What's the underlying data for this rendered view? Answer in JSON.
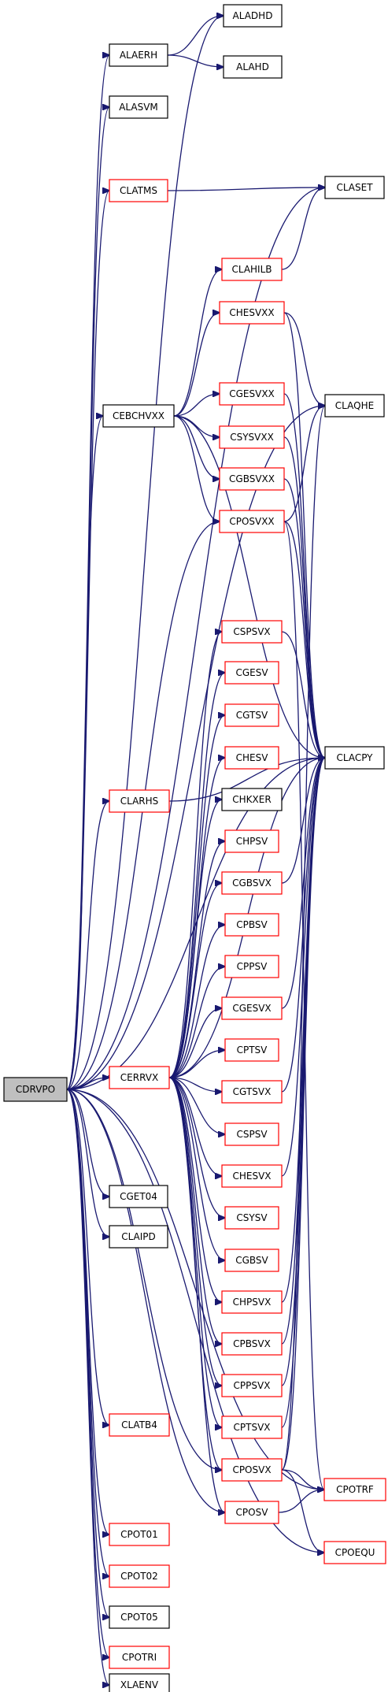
{
  "diagram": {
    "type": "call-graph",
    "root": "CDRVPO",
    "colors": {
      "edge": "#191970",
      "border_defined": "#ff0000",
      "border_plain": "#000000",
      "root_fill": "#bfbfbf"
    },
    "nodes": [
      {
        "id": "CDRVPO",
        "label": "CDRVPO",
        "border": "black",
        "root": true
      },
      {
        "id": "ALADHD",
        "label": "ALADHD",
        "border": "black"
      },
      {
        "id": "ALAERH",
        "label": "ALAERH",
        "border": "black"
      },
      {
        "id": "ALAHD",
        "label": "ALAHD",
        "border": "black"
      },
      {
        "id": "ALASVM",
        "label": "ALASVM",
        "border": "black"
      },
      {
        "id": "CLATMS",
        "label": "CLATMS",
        "border": "red"
      },
      {
        "id": "CLASET",
        "label": "CLASET",
        "border": "black"
      },
      {
        "id": "CLAHILB",
        "label": "CLAHILB",
        "border": "red"
      },
      {
        "id": "CHESVXX",
        "label": "CHESVXX",
        "border": "red"
      },
      {
        "id": "CGESVXX",
        "label": "CGESVXX",
        "border": "red"
      },
      {
        "id": "CEBCHVXX",
        "label": "CEBCHVXX",
        "border": "black"
      },
      {
        "id": "CLAQHE",
        "label": "CLAQHE",
        "border": "black"
      },
      {
        "id": "CSYSVXX",
        "label": "CSYSVXX",
        "border": "red"
      },
      {
        "id": "CGBSVXX",
        "label": "CGBSVXX",
        "border": "red"
      },
      {
        "id": "CPOSVXX",
        "label": "CPOSVXX",
        "border": "red"
      },
      {
        "id": "CSPSVX",
        "label": "CSPSVX",
        "border": "red"
      },
      {
        "id": "CGESV",
        "label": "CGESV",
        "border": "red"
      },
      {
        "id": "CGTSV",
        "label": "CGTSV",
        "border": "red"
      },
      {
        "id": "CLACPY",
        "label": "CLACPY",
        "border": "black"
      },
      {
        "id": "CHESV",
        "label": "CHESV",
        "border": "red"
      },
      {
        "id": "CLARHS",
        "label": "CLARHS",
        "border": "red"
      },
      {
        "id": "CHKXER",
        "label": "CHKXER",
        "border": "black"
      },
      {
        "id": "CHPSV",
        "label": "CHPSV",
        "border": "red"
      },
      {
        "id": "CGBSVX",
        "label": "CGBSVX",
        "border": "red"
      },
      {
        "id": "CPBSV",
        "label": "CPBSV",
        "border": "red"
      },
      {
        "id": "CPPSV",
        "label": "CPPSV",
        "border": "red"
      },
      {
        "id": "CGESVX",
        "label": "CGESVX",
        "border": "red"
      },
      {
        "id": "CPTSV",
        "label": "CPTSV",
        "border": "red"
      },
      {
        "id": "CERRVX",
        "label": "CERRVX",
        "border": "red"
      },
      {
        "id": "CGTSVX",
        "label": "CGTSVX",
        "border": "red"
      },
      {
        "id": "CSPSV",
        "label": "CSPSV",
        "border": "red"
      },
      {
        "id": "CHESVX",
        "label": "CHESVX",
        "border": "red"
      },
      {
        "id": "CGET04",
        "label": "CGET04",
        "border": "black"
      },
      {
        "id": "CSYSV",
        "label": "CSYSV",
        "border": "red"
      },
      {
        "id": "CLAIPD",
        "label": "CLAIPD",
        "border": "black"
      },
      {
        "id": "CGBSV",
        "label": "CGBSV",
        "border": "red"
      },
      {
        "id": "CHPSVX",
        "label": "CHPSVX",
        "border": "red"
      },
      {
        "id": "CPBSVX",
        "label": "CPBSVX",
        "border": "red"
      },
      {
        "id": "CPPSVX",
        "label": "CPPSVX",
        "border": "red"
      },
      {
        "id": "CLATB4",
        "label": "CLATB4",
        "border": "red"
      },
      {
        "id": "CPTSVX",
        "label": "CPTSVX",
        "border": "red"
      },
      {
        "id": "CPOSVX",
        "label": "CPOSVX",
        "border": "red"
      },
      {
        "id": "CPOTRF",
        "label": "CPOTRF",
        "border": "red"
      },
      {
        "id": "CPOSV",
        "label": "CPOSV",
        "border": "red"
      },
      {
        "id": "CPOT01",
        "label": "CPOT01",
        "border": "red"
      },
      {
        "id": "CPOEQU",
        "label": "CPOEQU",
        "border": "red"
      },
      {
        "id": "CPOT02",
        "label": "CPOT02",
        "border": "red"
      },
      {
        "id": "CPOT05",
        "label": "CPOT05",
        "border": "black"
      },
      {
        "id": "CPOTRI",
        "label": "CPOTRI",
        "border": "red"
      },
      {
        "id": "XLAENV",
        "label": "XLAENV",
        "border": "black"
      }
    ],
    "edges": [
      [
        "CDRVPO",
        "ALADHD"
      ],
      [
        "CDRVPO",
        "ALAERH"
      ],
      [
        "CDRVPO",
        "ALASVM"
      ],
      [
        "CDRVPO",
        "CLATMS"
      ],
      [
        "CDRVPO",
        "CLASET"
      ],
      [
        "CDRVPO",
        "CEBCHVXX"
      ],
      [
        "CDRVPO",
        "CLAQHE"
      ],
      [
        "CDRVPO",
        "CPOSVXX"
      ],
      [
        "CDRVPO",
        "CLACPY"
      ],
      [
        "CDRVPO",
        "CLARHS"
      ],
      [
        "CDRVPO",
        "CERRVX"
      ],
      [
        "CDRVPO",
        "CGET04"
      ],
      [
        "CDRVPO",
        "CLAIPD"
      ],
      [
        "CDRVPO",
        "CLATB4"
      ],
      [
        "CDRVPO",
        "CPOSVX"
      ],
      [
        "CDRVPO",
        "CPOTRF"
      ],
      [
        "CDRVPO",
        "CPOSV"
      ],
      [
        "CDRVPO",
        "CPOT01"
      ],
      [
        "CDRVPO",
        "CPOEQU"
      ],
      [
        "CDRVPO",
        "CPOT02"
      ],
      [
        "CDRVPO",
        "CPOT05"
      ],
      [
        "CDRVPO",
        "CPOTRI"
      ],
      [
        "CDRVPO",
        "XLAENV"
      ],
      [
        "ALAERH",
        "ALADHD"
      ],
      [
        "ALAERH",
        "ALAHD"
      ],
      [
        "CLATMS",
        "CLASET"
      ],
      [
        "CLAHILB",
        "CLASET"
      ],
      [
        "CEBCHVXX",
        "CLAHILB"
      ],
      [
        "CEBCHVXX",
        "CHESVXX"
      ],
      [
        "CEBCHVXX",
        "CLACPY"
      ],
      [
        "CEBCHVXX",
        "CGESVXX"
      ],
      [
        "CEBCHVXX",
        "CSYSVXX"
      ],
      [
        "CEBCHVXX",
        "CGBSVXX"
      ],
      [
        "CEBCHVXX",
        "CPOSVXX"
      ],
      [
        "CHESVXX",
        "CLAQHE"
      ],
      [
        "CHESVXX",
        "CLACPY"
      ],
      [
        "CGESVXX",
        "CLACPY"
      ],
      [
        "CSYSVXX",
        "CLACPY"
      ],
      [
        "CGBSVXX",
        "CLACPY"
      ],
      [
        "CPOSVXX",
        "CLAQHE"
      ],
      [
        "CPOSVXX",
        "CLACPY"
      ],
      [
        "CPOSVXX",
        "CPOTRF"
      ],
      [
        "CLARHS",
        "CLACPY"
      ],
      [
        "CERRVX",
        "CSPSVX"
      ],
      [
        "CERRVX",
        "CGESV"
      ],
      [
        "CERRVX",
        "CGTSV"
      ],
      [
        "CERRVX",
        "CHESV"
      ],
      [
        "CERRVX",
        "CHKXER"
      ],
      [
        "CERRVX",
        "CHPSV"
      ],
      [
        "CERRVX",
        "CGBSVX"
      ],
      [
        "CERRVX",
        "CPBSV"
      ],
      [
        "CERRVX",
        "CPPSV"
      ],
      [
        "CERRVX",
        "CGESVX"
      ],
      [
        "CERRVX",
        "CPTSV"
      ],
      [
        "CERRVX",
        "CGTSVX"
      ],
      [
        "CERRVX",
        "CSPSV"
      ],
      [
        "CERRVX",
        "CHESVX"
      ],
      [
        "CERRVX",
        "CSYSV"
      ],
      [
        "CERRVX",
        "CGBSV"
      ],
      [
        "CERRVX",
        "CHPSVX"
      ],
      [
        "CERRVX",
        "CPBSVX"
      ],
      [
        "CERRVX",
        "CPPSVX"
      ],
      [
        "CERRVX",
        "CPTSVX"
      ],
      [
        "CERRVX",
        "CPOSVX"
      ],
      [
        "CERRVX",
        "CPOSV"
      ],
      [
        "CERRVX",
        "CLACPY"
      ],
      [
        "CSPSVX",
        "CLACPY"
      ],
      [
        "CGBSVX",
        "CLACPY"
      ],
      [
        "CGESVX",
        "CLACPY"
      ],
      [
        "CGTSVX",
        "CLACPY"
      ],
      [
        "CHESVX",
        "CLACPY"
      ],
      [
        "CHPSVX",
        "CLACPY"
      ],
      [
        "CPBSVX",
        "CLACPY"
      ],
      [
        "CPPSVX",
        "CLACPY"
      ],
      [
        "CPTSVX",
        "CLACPY"
      ],
      [
        "CPOSVX",
        "CLACPY"
      ],
      [
        "CPOSVX",
        "CLAQHE"
      ],
      [
        "CPOSVX",
        "CPOTRF"
      ],
      [
        "CPOSVX",
        "CPOEQU"
      ],
      [
        "CPOSV",
        "CPOTRF"
      ]
    ]
  }
}
